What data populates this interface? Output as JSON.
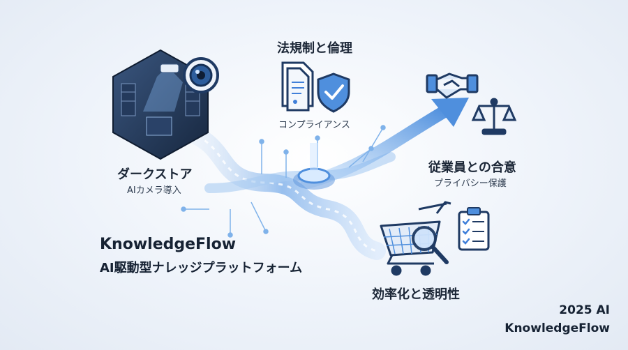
{
  "dark_store": {
    "title": "ダークストア",
    "subtitle": "AIカメラ導入"
  },
  "regulation": {
    "title": "法規制と倫理",
    "subtitle": "コンプライアンス"
  },
  "employee": {
    "title": "従業員との合意",
    "subtitle": "プライバシー保護"
  },
  "efficiency": {
    "title": "効率化と透明性"
  },
  "brand": {
    "name": "KnowledgeFlow",
    "tagline": "AI駆動型ナレッジプラットフォーム"
  },
  "footer": {
    "line1": "2025 AI",
    "line2": "KnowledgeFlow"
  },
  "colors": {
    "accent": "#3f7fd9",
    "navy": "#1f3a63",
    "glow": "#8fc4ff"
  }
}
